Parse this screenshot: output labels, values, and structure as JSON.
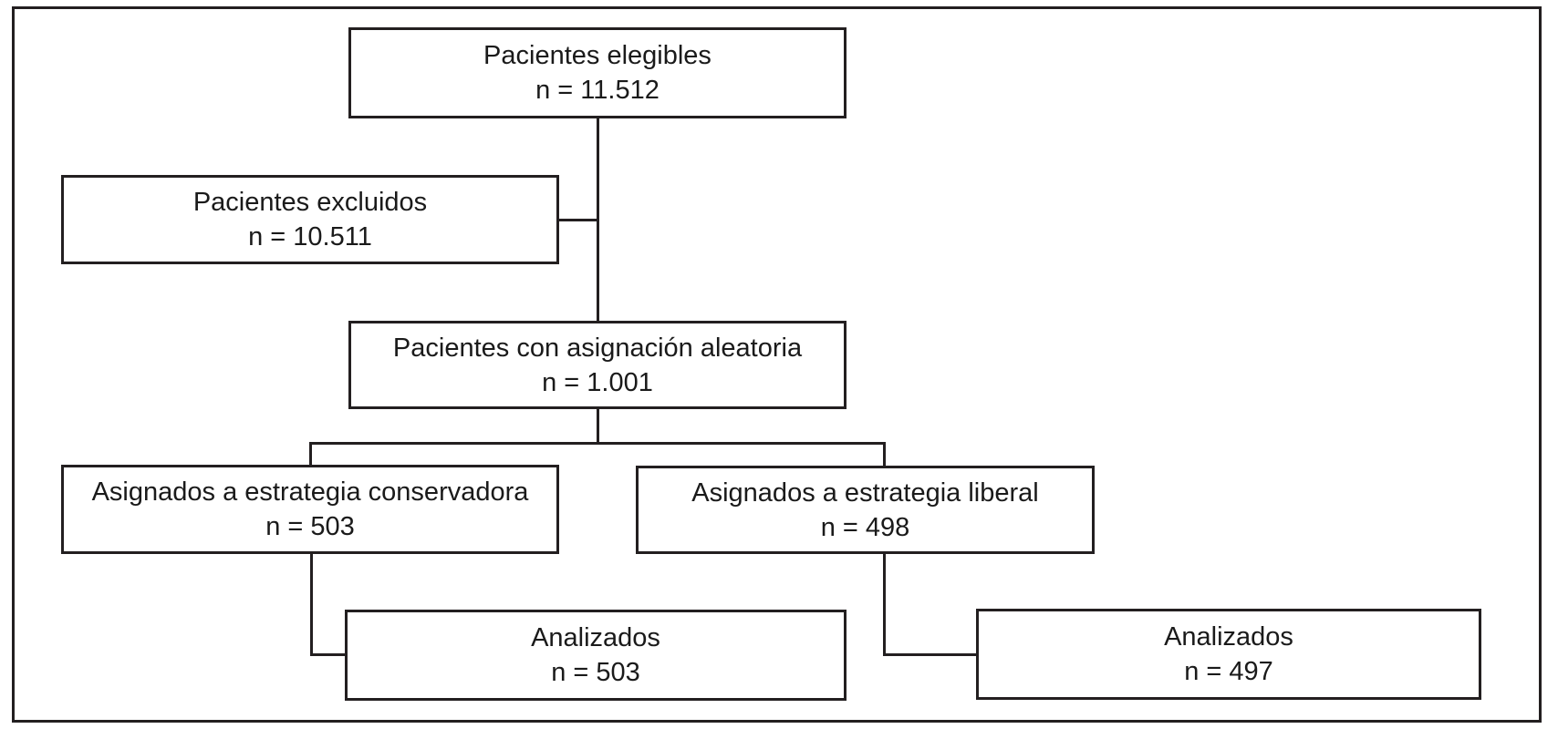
{
  "figure": {
    "type": "consort-flow-diagram",
    "background_color": "#ffffff",
    "line_color": "#231f20",
    "nodes": {
      "eligible": {
        "label": "Pacientes elegibles",
        "count": "n = 11.512"
      },
      "excluded": {
        "label": "Pacientes excluidos",
        "count": "n = 10.511"
      },
      "randomized": {
        "label": "Pacientes con asignación aleatoria",
        "count": "n = 1.001"
      },
      "conservative": {
        "label": "Asignados a estrategia conservadora",
        "count": "n = 503"
      },
      "liberal": {
        "label": "Asignados a estrategia liberal",
        "count": "n = 498"
      },
      "analyzed_conservative": {
        "label": "Analizados",
        "count": "n = 503"
      },
      "analyzed_liberal": {
        "label": "Analizados",
        "count": "n = 497"
      }
    }
  }
}
